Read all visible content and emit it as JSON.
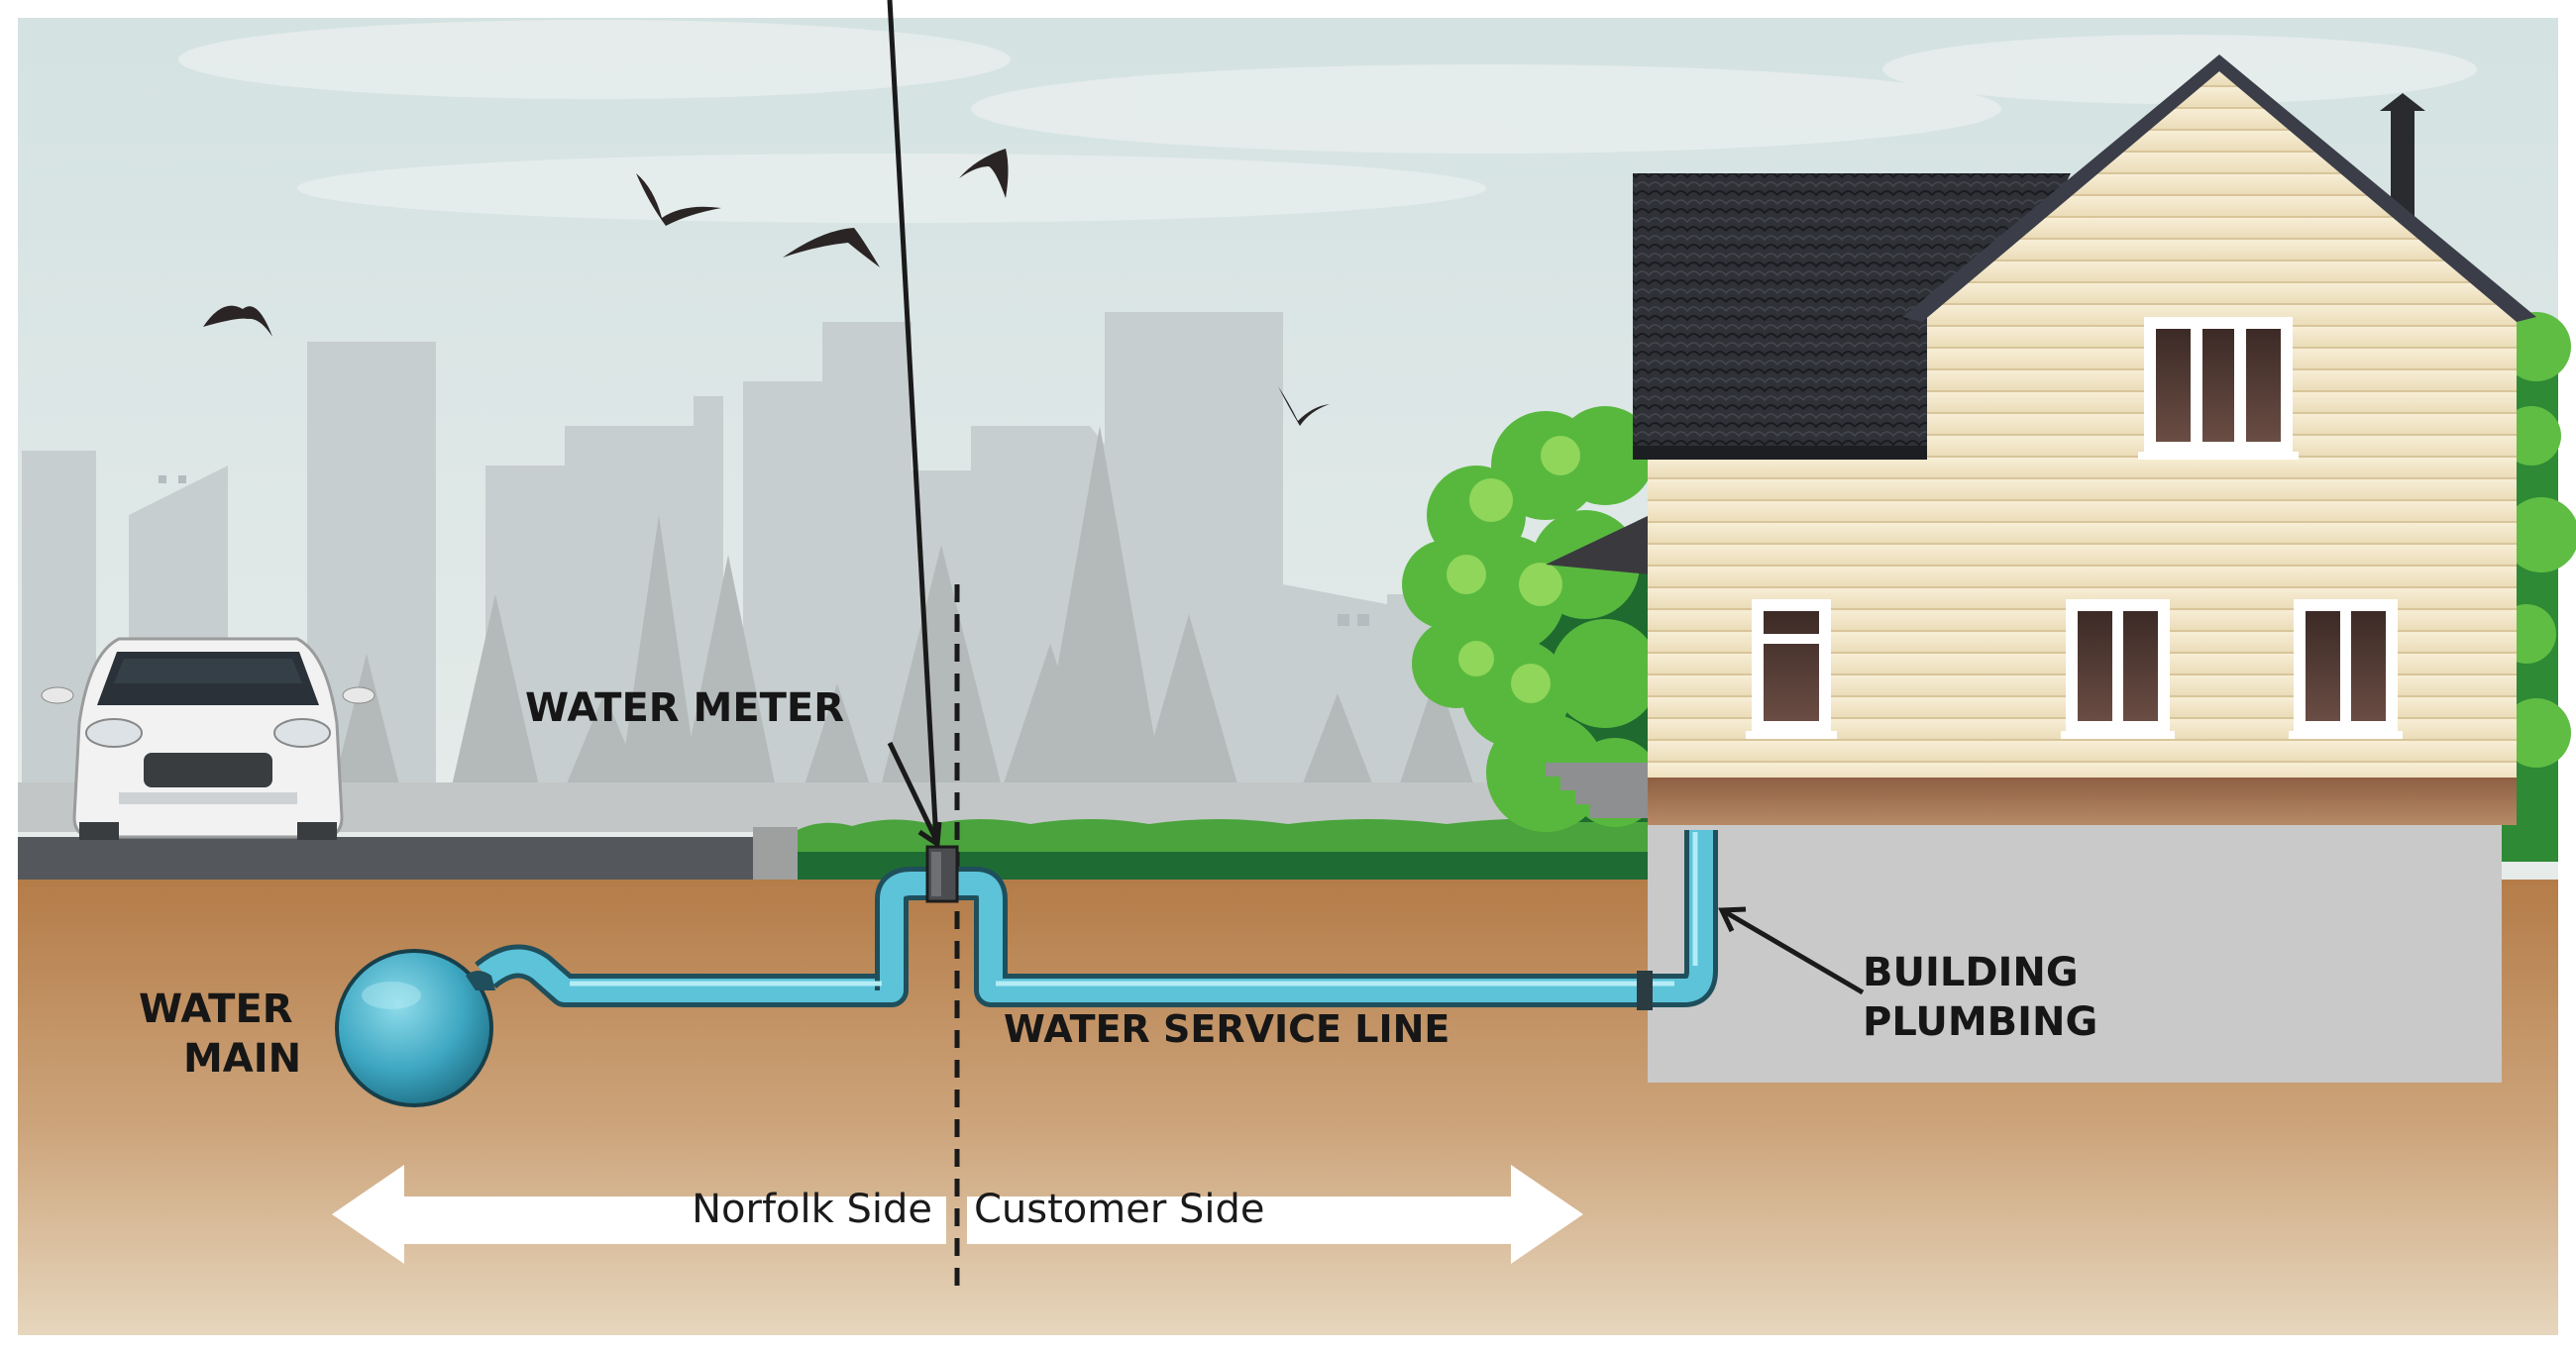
{
  "labels": {
    "water_meter": "WATER METER",
    "water_main_line1": "WATER",
    "water_main_line2": "MAIN",
    "service_line": "WATER SERVICE LINE",
    "building_plumbing_line1": "BUILDING",
    "building_plumbing_line2": "PLUMBING",
    "norfolk_side": "Norfolk Side",
    "customer_side": "Customer Side"
  },
  "colors": {
    "sky": "#dbe6e6",
    "skyline": "#c6cdce",
    "trees_far": "#b8bcbd",
    "soil_top": "#b98452",
    "soil_bottom": "#dcc7a9",
    "grass": "#3f9a3f",
    "pipe": "#5cc3d9",
    "pipe_outline": "#1f4f5c",
    "basement": "#c9c9c9",
    "house_siding": "#f3e8cc",
    "roof": "#2d2f36",
    "arrow": "#ffffff",
    "text": "#161616"
  },
  "icons": [
    "bird-icon",
    "car-icon",
    "house-icon",
    "tree-icon",
    "water-meter-icon"
  ]
}
